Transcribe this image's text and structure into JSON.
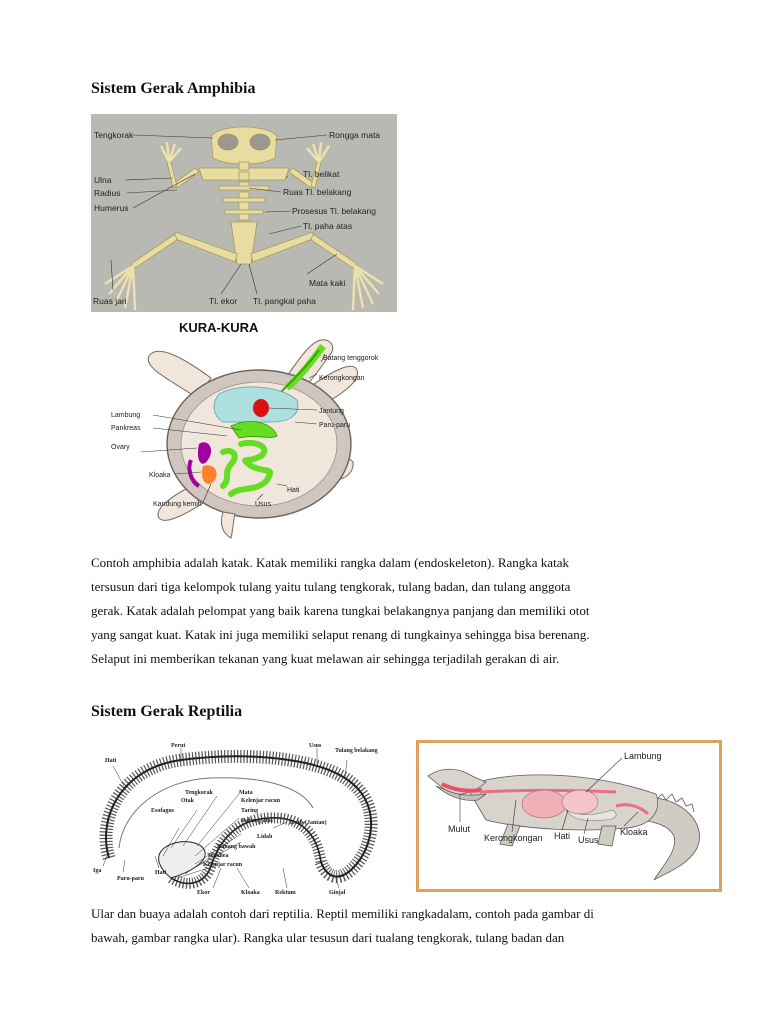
{
  "section1": {
    "title": "Sistem Gerak Amphibia",
    "frog": {
      "labels_left": [
        "Tengkorak",
        "Ulna",
        "Radius",
        "Humerus",
        "Ruas jari"
      ],
      "labels_right": [
        "Rongga mata",
        "Tl. belikat",
        "Ruas Tl. belakang",
        "Prosesus Tl. belakang",
        "Tl. paha atas",
        "Mata kaki"
      ],
      "labels_bottom": [
        "Tl. ekor",
        "Tl. pangkal paha"
      ]
    },
    "turtle": {
      "title": "KURA-KURA",
      "labels_right": [
        "Batang tenggorok",
        "Kerongkongan",
        "Jantung",
        "Paru-paru",
        "Hati",
        "Usus"
      ],
      "labels_left": [
        "Lambung",
        "Pankreas",
        "Ovary",
        "Kloaka",
        "Kandung kemih"
      ]
    },
    "paragraph": [
      "Contoh amphibia adalah katak. Katak memiliki rangka dalam (endoskeleton). Rangka katak",
      "tersusun dari tiga kelompok tulang yaitu tulang tengkorak, tulang badan, dan tulang anggota",
      "gerak. Katak adalah pelompat yang baik karena tungkai belakangnya panjang dan memiliki otot",
      "yang sangat kuat. Katak ini juga memiliki selaput renang di tungkainya sehingga bisa berenang.",
      "Selaput ini memberikan tekanan yang kuat melawan air sehingga terjadilah gerakan di air."
    ]
  },
  "section2": {
    "title": "Sistem Gerak Reptilia",
    "snake": {
      "labels": [
        "Perut",
        "Usus",
        "Tulang belakang",
        "Hati",
        "Tengkorak",
        "Mata",
        "Otak",
        "Kelenjar racun",
        "Esofagus",
        "Taring",
        "Rahang atas",
        "Lidah",
        "Testis (Jantan)",
        "Rahang bawah",
        "Trakhea",
        "Kelenjar racun",
        "Iga",
        "Paru-paru",
        "Hati",
        "Ekor",
        "Kloaka",
        "Rektum",
        "Ginjal"
      ]
    },
    "crocodile": {
      "labels": [
        "Lambung",
        "Mulut",
        "Kerongkongan",
        "Hati",
        "Usus",
        "Kloaka"
      ]
    },
    "paragraph": [
      "Ular dan buaya adalah contoh dari reptilia. Reptil memiliki rangkadalam, contoh pada gambar di",
      "bawah, gambar rangka ular). Rangka ular tesusun dari tualang tengkorak, tulang badan dan"
    ]
  },
  "colors": {
    "frog_bg": "#b9b9b3",
    "bone": "#e8dca0",
    "turtle_organ_green": "#66dd22",
    "turtle_lung": "#aee0e0",
    "turtle_heart": "#dd1111",
    "croc_frame": "#e0a060"
  }
}
